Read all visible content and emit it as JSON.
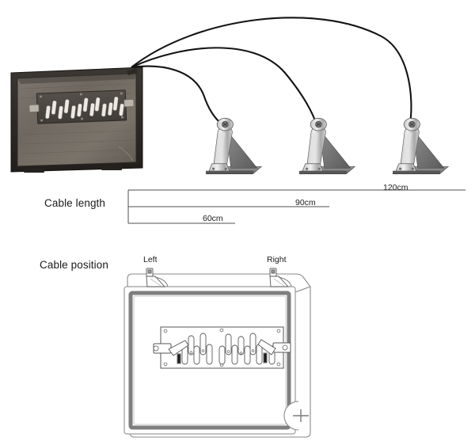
{
  "page": {
    "background_color": "#ffffff",
    "ink_color": "#1b1b1b",
    "line_color": "#4a4a4a"
  },
  "figure_top": {
    "name": "cable-length-figure",
    "device": {
      "name": "wooden-control-box",
      "description": "wooden box with metal lever plate and white key levers",
      "wood_color": "#6f6a62",
      "frame_color": "#2a2723",
      "plate_color": "#4b4742",
      "lever_color": "#e9e6df",
      "lever_count": 13
    },
    "pedals": [
      {
        "name": "pedal-1",
        "cable_length": "60cm"
      },
      {
        "name": "pedal-2",
        "cable_length": "90cm"
      },
      {
        "name": "pedal-3",
        "cable_length": "120cm"
      }
    ],
    "cables": {
      "count": 3,
      "color": "#1a1a1a",
      "style": "arc"
    }
  },
  "cable_length": {
    "label": "Cable length",
    "measures": [
      {
        "value": "120cm",
        "index": 0
      },
      {
        "value": "90cm",
        "index": 1
      },
      {
        "value": "60cm",
        "index": 2
      }
    ]
  },
  "cable_position": {
    "label": "Cable position",
    "left_label": "Left",
    "right_label": "Right",
    "diagram": {
      "name": "box-top-view-line-drawing",
      "inner_plate": {
        "name": "lever-plate",
        "lever_count": 13,
        "connectors": [
          "left-connector",
          "right-connector"
        ]
      },
      "corner_mark": "quarter-circle-with-crosshair"
    }
  }
}
